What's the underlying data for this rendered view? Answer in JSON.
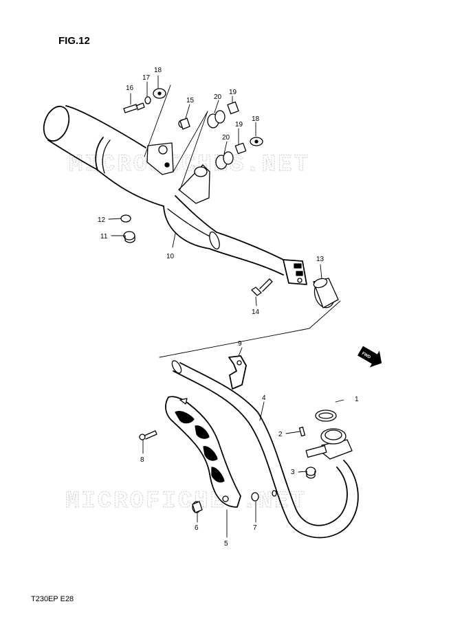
{
  "figure_title": "FIG.12",
  "footer_code": "T230EP  E28",
  "watermark": "MICROFICHES.NET",
  "direction_badge": "FWD",
  "callouts": [
    {
      "id": "c1",
      "label": "1"
    },
    {
      "id": "c2",
      "label": "2"
    },
    {
      "id": "c3",
      "label": "3"
    },
    {
      "id": "c4",
      "label": "4"
    },
    {
      "id": "c5",
      "label": "5"
    },
    {
      "id": "c6",
      "label": "6"
    },
    {
      "id": "c7",
      "label": "7"
    },
    {
      "id": "c8",
      "label": "8"
    },
    {
      "id": "c9",
      "label": "9"
    },
    {
      "id": "c10",
      "label": "10"
    },
    {
      "id": "c11",
      "label": "11"
    },
    {
      "id": "c12",
      "label": "12"
    },
    {
      "id": "c13",
      "label": "13"
    },
    {
      "id": "c14",
      "label": "14"
    },
    {
      "id": "c15",
      "label": "15"
    },
    {
      "id": "c16",
      "label": "16"
    },
    {
      "id": "c17",
      "label": "17"
    },
    {
      "id": "c18a",
      "label": "18"
    },
    {
      "id": "c18b",
      "label": "18"
    },
    {
      "id": "c19a",
      "label": "19"
    },
    {
      "id": "c19b",
      "label": "19"
    },
    {
      "id": "c20a",
      "label": "20"
    },
    {
      "id": "c20b",
      "label": "20"
    }
  ]
}
